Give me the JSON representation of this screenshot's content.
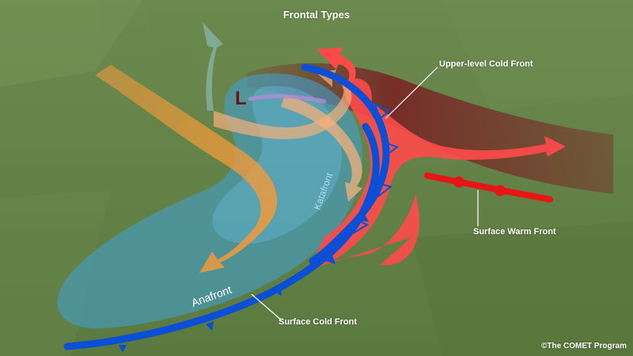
{
  "title": "Frontal Types",
  "labels": {
    "upper_level_cold_front": "Upper-level Cold Front",
    "surface_warm_front": "Surface Warm Front",
    "surface_cold_front": "Surface Cold Front",
    "katafront": "Katafront",
    "anafront": "Anafront",
    "low": "L"
  },
  "credit": "©The COMET Program",
  "colors": {
    "ground": "#5f7f45",
    "cold_front": "#0b4fd6",
    "warm_front": "#e81515",
    "warm_air": "#ff4a4a",
    "cloud": "#3fa3d8",
    "dry_air": "#f29a3a",
    "low_marker": "#6e1010"
  }
}
